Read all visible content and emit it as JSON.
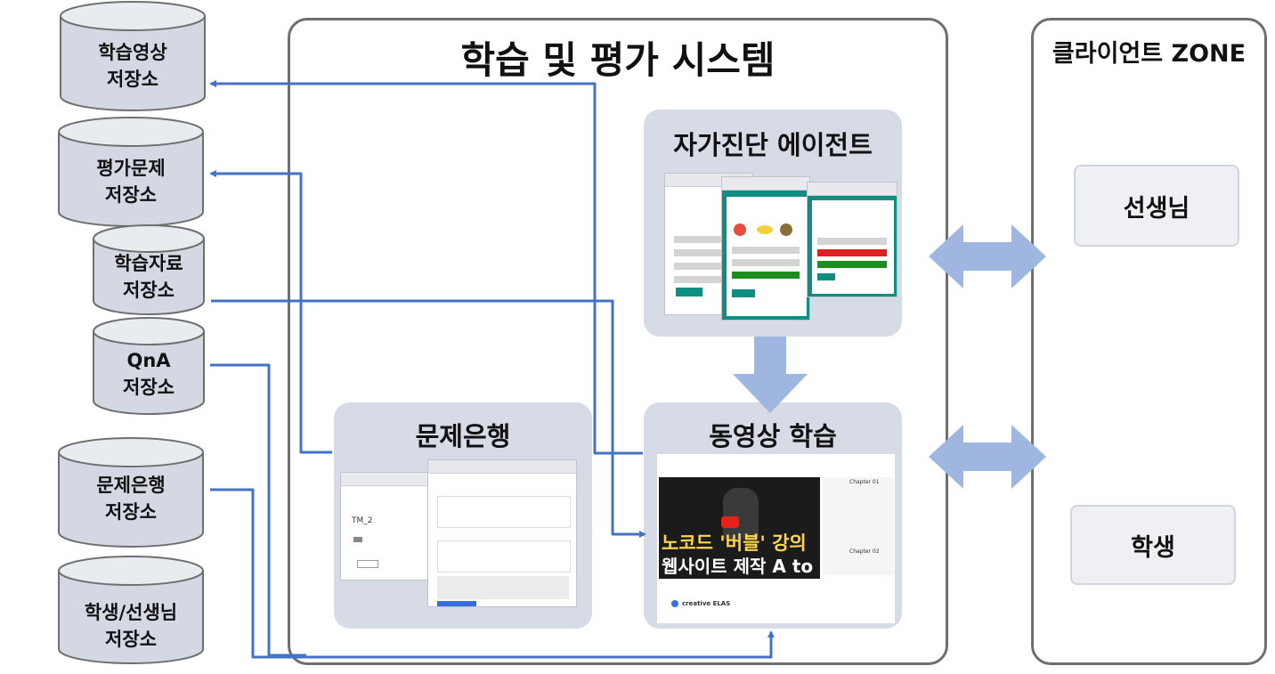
{
  "system_panel": {
    "title": "학습 및 평가 시스템"
  },
  "client_panel": {
    "title": "클라이언트 ZONE"
  },
  "client_roles": [
    {
      "label": "선생님"
    },
    {
      "label": "학생"
    }
  ],
  "storages": [
    {
      "label": "학습영상\n저장소"
    },
    {
      "label": "평가문제\n저장소"
    },
    {
      "label": "학습자료\n저장소"
    },
    {
      "label": "QnA\n저장소"
    },
    {
      "label": "문제은행\n저장소"
    },
    {
      "label": "학생/선생님\n저장소"
    }
  ],
  "modules": {
    "self_diagnosis": {
      "title": "자가진단 에이전트"
    },
    "question_bank": {
      "title": "문제은행",
      "screenshot_text": "TM_2"
    },
    "video_learning": {
      "title": "동영상 학습",
      "video_caption_line1": "노코드 '버블' 강의",
      "video_caption_line2": "웹사이트 제작 A to Z",
      "footer_brand": "creative ELAS",
      "chapter_labels": [
        "Chapter 01",
        "Chapter 02"
      ]
    }
  },
  "colors": {
    "connector": "#4472c4",
    "flow_arrow": "#9fb7e0",
    "module_bg": "#d6dbe6",
    "panel_border": "#6f6f6f",
    "quiz_green": "#0c8f80"
  }
}
